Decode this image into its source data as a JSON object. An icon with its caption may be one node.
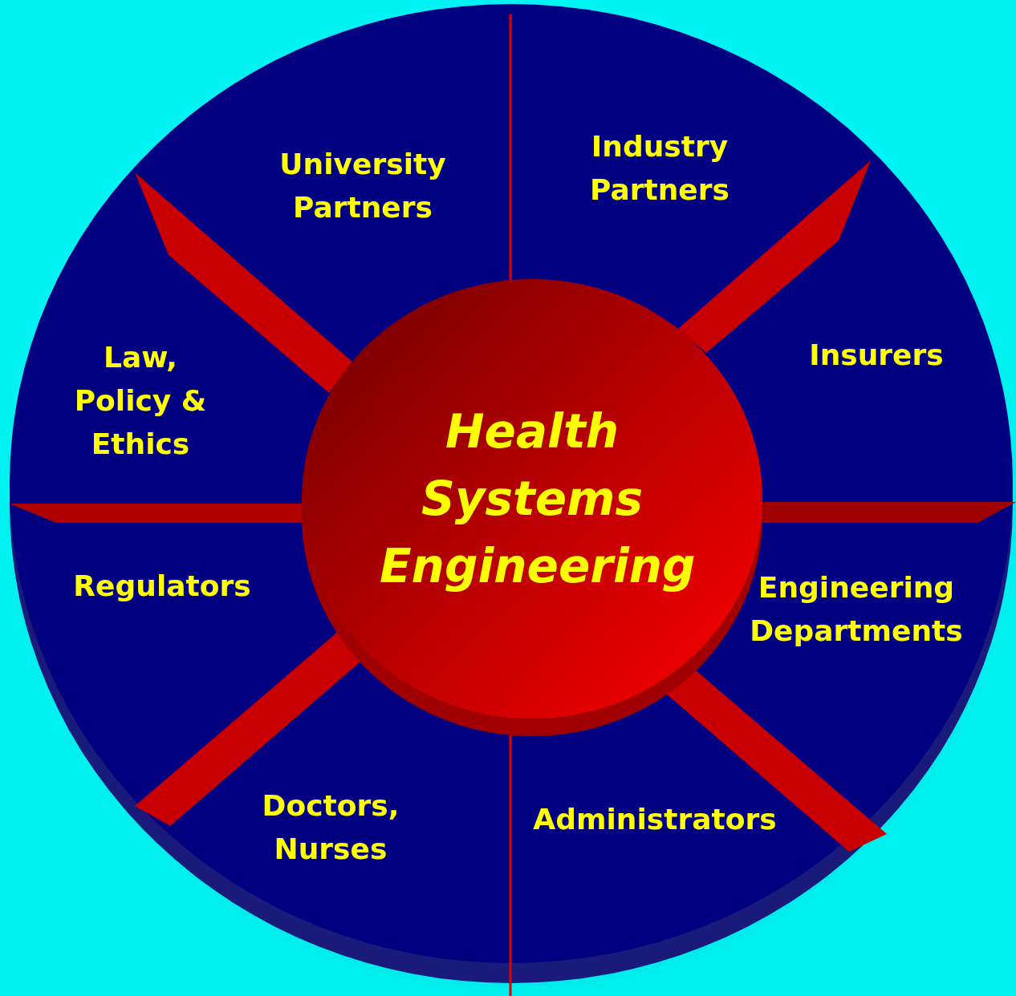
{
  "diagram": {
    "nodes": [
      {
        "text": [
          "Health Systems Engineering"
        ]
      }
    ],
    "labels": [
      "University Partners",
      "Industry Partners",
      "Law, Policy & Ethics",
      "Insurers",
      "Regulators",
      "Engineering Departments",
      "Doctors, Nurses",
      "Administrators"
    ]
  }
}
